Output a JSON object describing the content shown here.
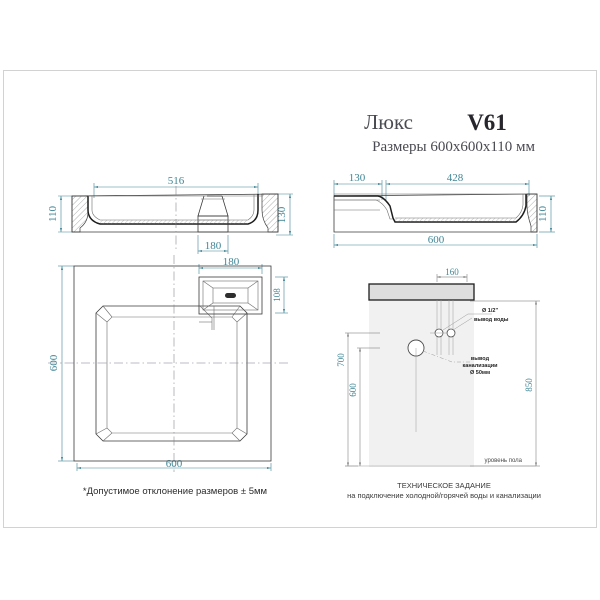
{
  "document": {
    "type": "technical-drawing",
    "product_line": "Люкс",
    "model": "V61",
    "dimensions_line": "Размеры 600x600x110 мм",
    "tolerance_note": "*Допустимое отклонение размеров ± 5мм"
  },
  "views": {
    "front_section": {
      "name": "front-section-view",
      "dimensions": {
        "width": "516",
        "height_left": "110",
        "height_right": "130",
        "cutout_width": "180"
      }
    },
    "side_section": {
      "name": "side-section-view",
      "dimensions": {
        "ledge": "130",
        "basin": "428",
        "height_right": "110",
        "total_width": "600"
      }
    },
    "plan": {
      "name": "plan-view",
      "dimensions": {
        "width": "600",
        "depth": "600",
        "deck_width": "180",
        "deck_depth": "108"
      }
    },
    "installation": {
      "name": "installation-diagram",
      "title_line1": "ТЕХНИЧЕСКОЕ ЗАДАНИЕ",
      "title_line2": "на подключение холодной/горячей воды и канализации",
      "dimensions": {
        "top_spacing": "160",
        "water_height": "700",
        "drain_height": "600",
        "counter_height": "850"
      },
      "annotations": {
        "water_outlet_line1": "Ø 1/2\"",
        "water_outlet_line2": "вывод воды",
        "drain_line1": "вывод",
        "drain_line2": "канализации",
        "drain_line3": "Ø 50мм",
        "floor_level": "уровень пола"
      }
    }
  },
  "colors": {
    "dimension": "#3f8595",
    "outline": "#3b3b3b",
    "title": "#26262c",
    "frame": "#d2d2d2",
    "wall_fill": "#f0f0f0",
    "counter_fill": "#dcdcdc"
  }
}
